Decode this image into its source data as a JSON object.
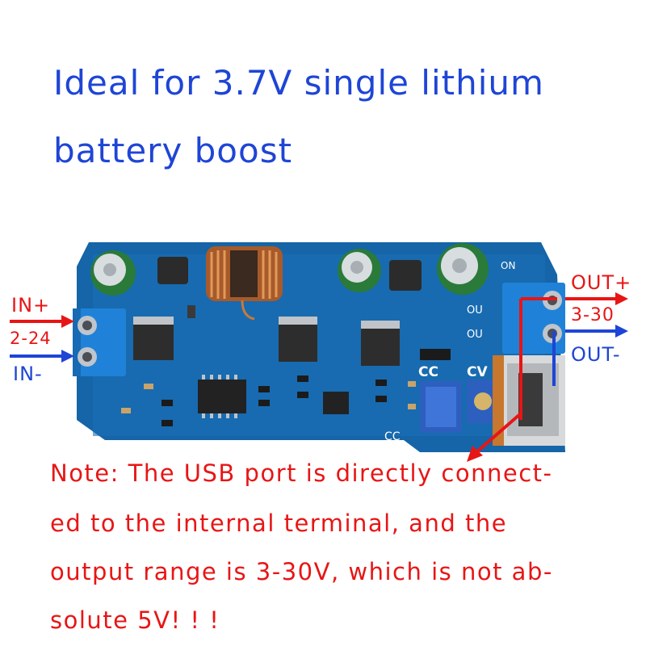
{
  "headline": {
    "line1": "Ideal for 3.7V single lithium",
    "line2": "battery boost"
  },
  "labels": {
    "in_plus": "IN+",
    "in_range": "2-24",
    "in_minus": "IN-",
    "out_plus": "OUT+",
    "out_range": "3-30",
    "out_minus": "OUT-"
  },
  "board_silkscreen": {
    "cc": "CC",
    "cv": "CV",
    "cc2": "CC",
    "on": "ON",
    "out1": "OU",
    "out2": "OU"
  },
  "note": {
    "line1": "Note: The USB port is directly connect-",
    "line2": "ed to the internal terminal, and the",
    "line3": "output range is 3-30V, which is not ab-",
    "line4": "solute 5V! ! !"
  },
  "colors": {
    "pcb": "#1565a8",
    "headline": "#1e45d6",
    "note": "#e81515",
    "terminal": "#1f82d8",
    "arrow_red": "#e81515",
    "arrow_blue": "#1e45d6"
  }
}
